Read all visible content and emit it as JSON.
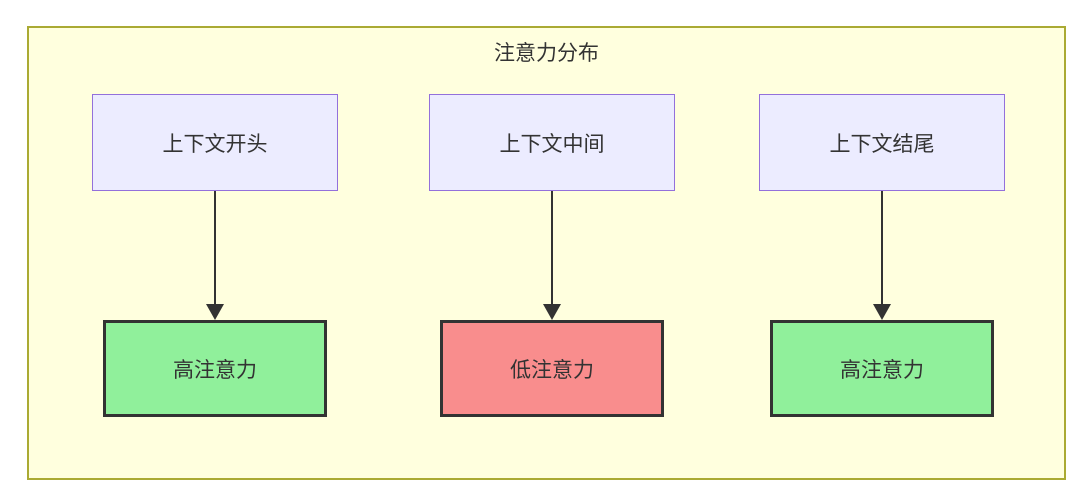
{
  "diagram": {
    "title": "注意力分布",
    "columns": [
      {
        "source": "上下文开头",
        "target": "高注意力",
        "level": "high"
      },
      {
        "source": "上下文中间",
        "target": "低注意力",
        "level": "low"
      },
      {
        "source": "上下文结尾",
        "target": "高注意力",
        "level": "high"
      }
    ],
    "colors": {
      "container_bg": "#ffffde",
      "container_border": "#aaaa33",
      "source_bg": "#ececff",
      "source_border": "#9370db",
      "high_bg": "#90f09b",
      "low_bg": "#f98d8d",
      "target_border": "#333333",
      "arrow": "#333333",
      "text": "#333333"
    }
  }
}
